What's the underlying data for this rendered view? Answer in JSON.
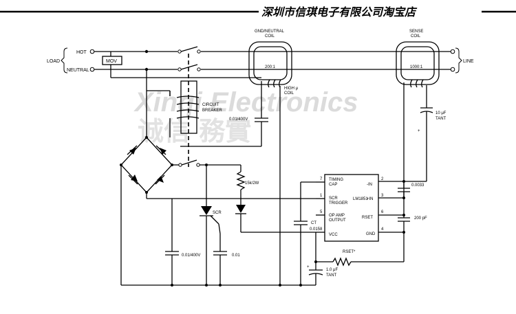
{
  "header": {
    "shop_name": "深圳市信琪电子有限公司淘宝店"
  },
  "watermark": {
    "line1": "Xinqi Electronics",
    "line2": "诚信 務實"
  },
  "terminals": {
    "load": "LOAD",
    "hot": "HOT",
    "neutral": "NEUTRAL",
    "line": "LINE"
  },
  "coils": {
    "gnd_neutral_line1": "GND/NEUTRAL",
    "gnd_neutral_line2": "COIL",
    "gnd_neutral_ratio": "200:1",
    "sense_line1": "SENSE",
    "sense_line2": "COIL",
    "sense_ratio": "1000:1",
    "high_mu_line1": "HIGH μ",
    "high_mu_line2": "COIL"
  },
  "components": {
    "mov": "MOV",
    "breaker_line1": "CIRCUIT",
    "breaker_line2": "BREAKER",
    "cap_top": "0.01/400V",
    "resistor": "15k/2W",
    "scr": "SCR",
    "cap_left": "0.01/400V",
    "cap_mid": "0.01",
    "ct_value": "0.015",
    "cap_10u_line1": "10 μF",
    "cap_10u_line2": "TANT",
    "cap_0033": "0.0033",
    "cap_200p": "200 pF",
    "rset": "RSET*",
    "cap_1u_line1": "1.0 μF",
    "cap_1u_line2": "TANT"
  },
  "ic": {
    "part": "LM1851",
    "timing_cap_1": "TIMING",
    "timing_cap_2": "CAP",
    "scr_trigger_1": "SCR",
    "scr_trigger_2": "TRIGGER",
    "op_amp_1": "OP AMP",
    "op_amp_2": "OUTPUT",
    "vcc": "VCC",
    "neg_in": "-IN",
    "pos_in": "+IN",
    "rset_pin": "RSET",
    "gnd": "GND",
    "pins": {
      "p7": "7",
      "p1": "1",
      "p5": "5",
      "p8": "8",
      "p2": "2",
      "p3": "3",
      "p6": "6",
      "p4": "4"
    },
    "ct_label": "CT"
  }
}
